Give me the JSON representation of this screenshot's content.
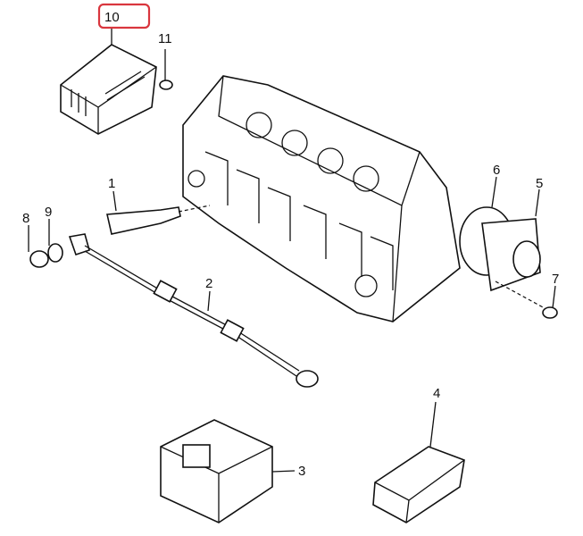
{
  "diagram": {
    "highlight_color": "#d9363e",
    "callouts": [
      {
        "id": "10",
        "label": "10",
        "part": "glow-plug-control-module",
        "highlighted": true
      },
      {
        "id": "11",
        "label": "11",
        "part": "bolt"
      },
      {
        "id": "1",
        "label": "1",
        "part": "glow-plug"
      },
      {
        "id": "8",
        "label": "8",
        "part": "nut"
      },
      {
        "id": "9",
        "label": "9",
        "part": "washer"
      },
      {
        "id": "2",
        "label": "2",
        "part": "wiring-harness"
      },
      {
        "id": "6",
        "label": "6",
        "part": "gasket"
      },
      {
        "id": "5",
        "label": "5",
        "part": "housing"
      },
      {
        "id": "7",
        "label": "7",
        "part": "screw"
      },
      {
        "id": "4",
        "label": "4",
        "part": "relay"
      },
      {
        "id": "3",
        "label": "3",
        "part": "relay-cover"
      }
    ]
  }
}
